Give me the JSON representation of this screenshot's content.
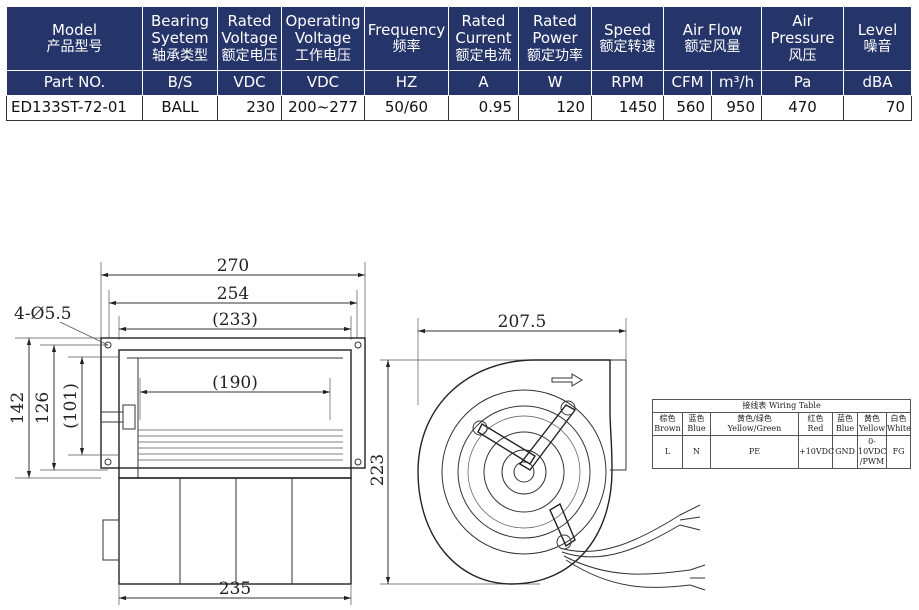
{
  "spec_table": {
    "headers": [
      {
        "en": "Model",
        "zh": "产品型号"
      },
      {
        "en": "Bearing Syetem",
        "zh": "轴承类型"
      },
      {
        "en": "Rated Voltage",
        "zh": "额定电压"
      },
      {
        "en": "Operating Voltage",
        "zh": "工作电压"
      },
      {
        "en": "Frequency",
        "zh": "频率"
      },
      {
        "en": "Rated Current",
        "zh": "额定电流"
      },
      {
        "en": "Rated Power",
        "zh": "额定功率"
      },
      {
        "en": "Speed",
        "zh": "额定转速"
      },
      {
        "en": "Air Flow",
        "zh": "额定风量"
      },
      {
        "en": "Air Pressure",
        "zh": "风压"
      },
      {
        "en": "Level",
        "zh": "噪音"
      }
    ],
    "units": [
      "Part NO.",
      "B/S",
      "VDC",
      "VDC",
      "HZ",
      "A",
      "W",
      "RPM",
      "CFM",
      "m³/h",
      "Pa",
      "dBA"
    ],
    "row": [
      "ED133ST-72-01",
      "BALL",
      "230",
      "200~277",
      "50/60",
      "0.95",
      "120",
      "1450",
      "560",
      "950",
      "470",
      "70"
    ],
    "header_color": "#253569"
  },
  "drawing": {
    "dims": {
      "w270": "270",
      "w254": "254",
      "w233": "(233)",
      "w190": "(190)",
      "w235": "235",
      "holes": "4-Ø5.5",
      "h142": "142",
      "h126": "126",
      "h101": "(101)",
      "h223": "223",
      "w207": "207.5"
    }
  },
  "wiring_table": {
    "title": "接线表 Wiring Table",
    "colors": [
      {
        "zh": "棕色",
        "en": "Brown"
      },
      {
        "zh": "蓝色",
        "en": "Blue"
      },
      {
        "zh": "黄色/绿色",
        "en": "Yellow/Green"
      },
      {
        "zh": "红色",
        "en": "Red"
      },
      {
        "zh": "蓝色",
        "en": "Blue"
      },
      {
        "zh": "黄色",
        "en": "Yellow"
      },
      {
        "zh": "白色",
        "en": "White"
      }
    ],
    "functions": [
      "L",
      "N",
      "PE",
      "+10VDC",
      "GND",
      "0-10VDC /PWM",
      "FG"
    ]
  }
}
